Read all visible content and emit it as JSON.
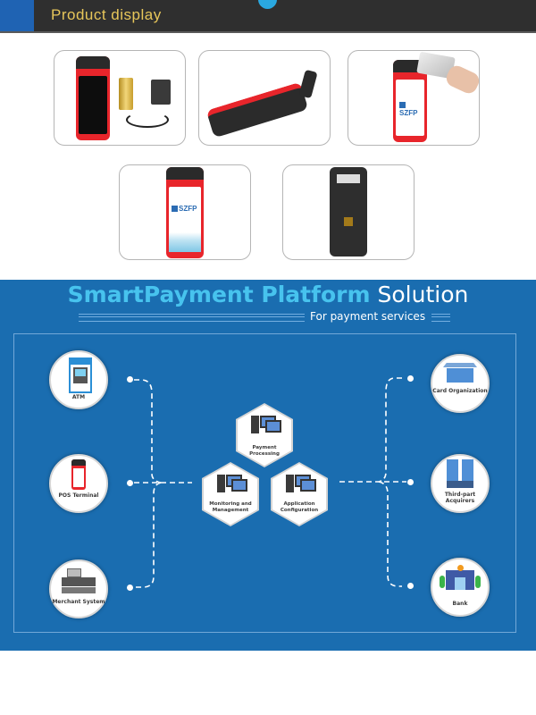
{
  "header": {
    "title": "Product display",
    "accent_color": "#e7c65a",
    "background": "#2f2f2f"
  },
  "products": [
    {
      "name": "product-kit-image",
      "description": "POS terminal with paper roll and charger"
    },
    {
      "name": "product-side-image",
      "description": "POS terminal side view with printer"
    },
    {
      "name": "product-nfc-image",
      "description": "POS terminal with contactless card tap"
    },
    {
      "name": "product-front-image",
      "description": "POS terminal front view"
    },
    {
      "name": "product-back-image",
      "description": "POS terminal back view"
    }
  ],
  "device_logo": "SZFP",
  "solution": {
    "title_highlight": "SmartPayment Platform",
    "title_rest": "Solution",
    "subtitle": "For payment services",
    "background": "#1a6db0",
    "highlight_color": "#47c3ee",
    "left_nodes": [
      {
        "label": "ATM",
        "icon": "atm-icon"
      },
      {
        "label": "POS Terminal",
        "icon": "pos-terminal-icon"
      },
      {
        "label": "Merchant System",
        "icon": "cash-register-icon"
      }
    ],
    "center_nodes": [
      {
        "label": "Payment Processing",
        "icon": "server-icon"
      },
      {
        "label": "Monitoring and Management",
        "icon": "server-icon"
      },
      {
        "label": "Application Configuration",
        "icon": "server-icon"
      }
    ],
    "right_nodes": [
      {
        "label": "Card Organization",
        "icon": "institution-icon"
      },
      {
        "label": "Third-part Acquirers",
        "icon": "building-icon"
      },
      {
        "label": "Bank",
        "icon": "bank-icon"
      }
    ]
  }
}
